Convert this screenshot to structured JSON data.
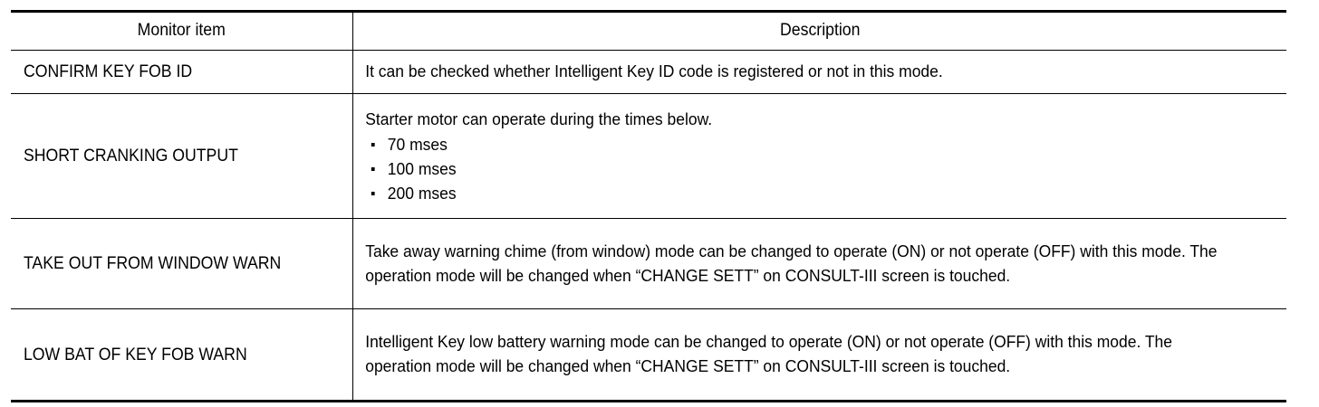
{
  "table": {
    "headers": {
      "monitor_item": "Monitor item",
      "description": "Description"
    },
    "rows": [
      {
        "monitor_item": "CONFIRM KEY FOB ID",
        "description_lead": "It can be checked whether Intelligent Key ID code is registered or not in this mode.",
        "bullets": []
      },
      {
        "monitor_item": "SHORT CRANKING OUTPUT",
        "description_lead": "Starter motor can operate during the times below.",
        "bullets": [
          "70 mses",
          "100 mses",
          "200 mses"
        ]
      },
      {
        "monitor_item": "TAKE OUT FROM WINDOW WARN",
        "description_lead": "Take away warning chime (from window) mode can be changed to operate (ON) or not operate (OFF) with this mode. The operation mode will be changed when “CHANGE SETT” on CONSULT-III screen is touched.",
        "bullets": []
      },
      {
        "monitor_item": "LOW BAT OF KEY FOB WARN",
        "description_lead": "Intelligent Key low battery warning mode can be changed to operate (ON) or not operate (OFF) with this mode. The operation mode will be changed when “CHANGE SETT” on CONSULT-III screen is touched.",
        "bullets": []
      }
    ]
  },
  "colors": {
    "rule": "#000000",
    "background": "#ffffff",
    "text": "#000000"
  }
}
